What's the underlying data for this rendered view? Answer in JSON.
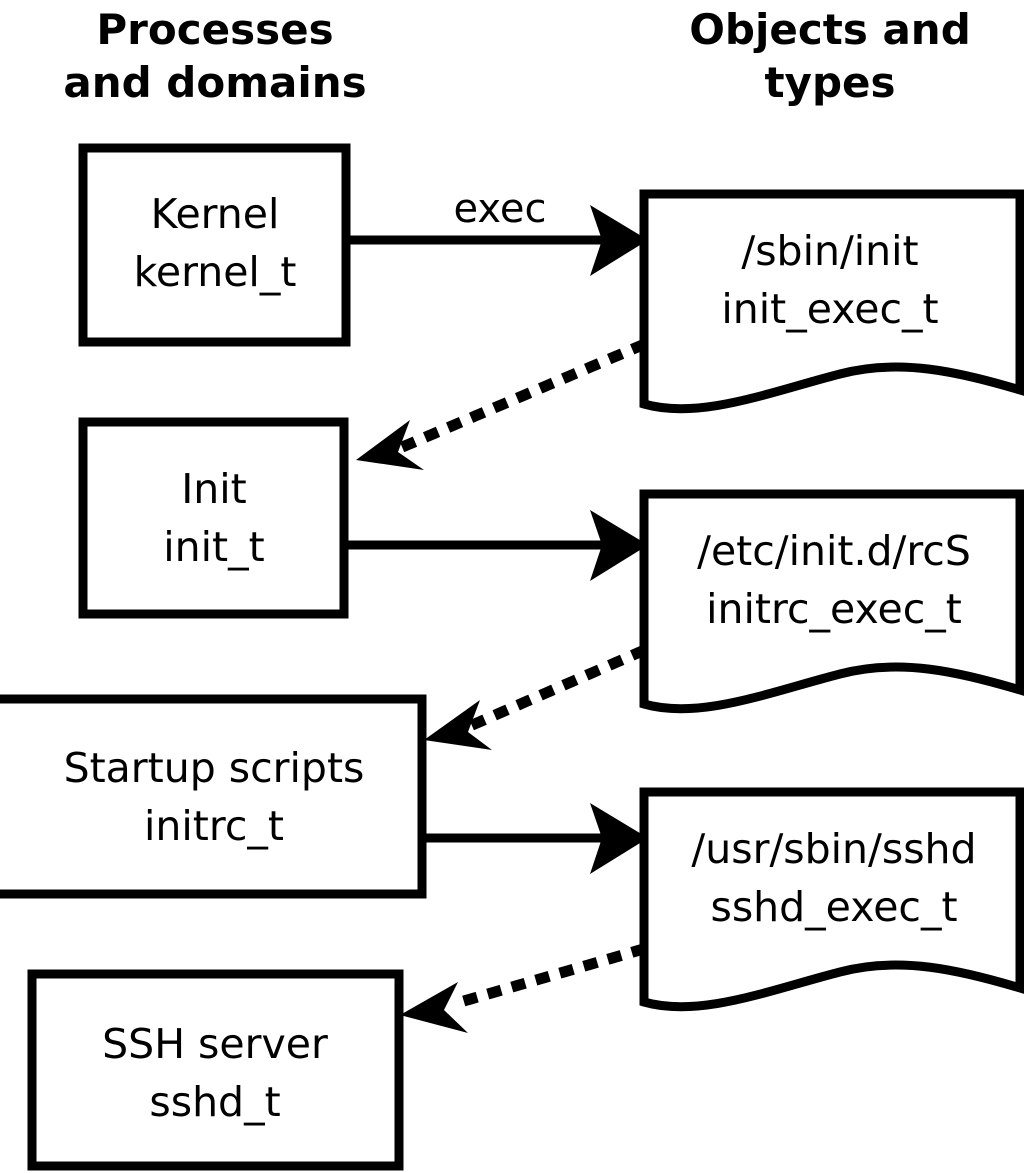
{
  "diagram": {
    "title_columns": {
      "left": "Processes\nand domains",
      "left_line1": "Processes",
      "left_line2": "and domains",
      "right_line1": "Objects and",
      "right_line2": "types"
    },
    "colors": {
      "stroke": "#000000",
      "fill": "#ffffff",
      "text": "#000000"
    },
    "processes": [
      {
        "id": "kernel",
        "line1": "Kernel",
        "line2": "kernel_t"
      },
      {
        "id": "init",
        "line1": "Init",
        "line2": "init_t"
      },
      {
        "id": "initrc",
        "line1": "Startup scripts",
        "line2": "initrc_t"
      },
      {
        "id": "sshd",
        "line1": "SSH server",
        "line2": "sshd_t"
      }
    ],
    "objects": [
      {
        "id": "init_exec",
        "line1": "/sbin/init",
        "line2": "init_exec_t"
      },
      {
        "id": "initrc_exec",
        "line1": "/etc/init.d/rcS",
        "line2": "initrc_exec_t"
      },
      {
        "id": "sshd_exec",
        "line1": "/usr/sbin/sshd",
        "line2": "sshd_exec_t"
      }
    ],
    "edges": [
      {
        "id": "kernel-to-init_exec",
        "label": "exec",
        "style": "solid",
        "from": "kernel",
        "to": "init_exec"
      },
      {
        "id": "init_exec-to-init",
        "label": "",
        "style": "dotted",
        "from": "init_exec",
        "to": "init"
      },
      {
        "id": "init-to-initrc_exec",
        "label": "",
        "style": "solid",
        "from": "init",
        "to": "initrc_exec"
      },
      {
        "id": "initrc_exec-to-initrc",
        "label": "",
        "style": "dotted",
        "from": "initrc_exec",
        "to": "initrc"
      },
      {
        "id": "initrc-to-sshd_exec",
        "label": "",
        "style": "solid",
        "from": "initrc",
        "to": "sshd_exec"
      },
      {
        "id": "sshd_exec-to-sshd",
        "label": "",
        "style": "dotted",
        "from": "sshd_exec",
        "to": "sshd"
      }
    ]
  }
}
